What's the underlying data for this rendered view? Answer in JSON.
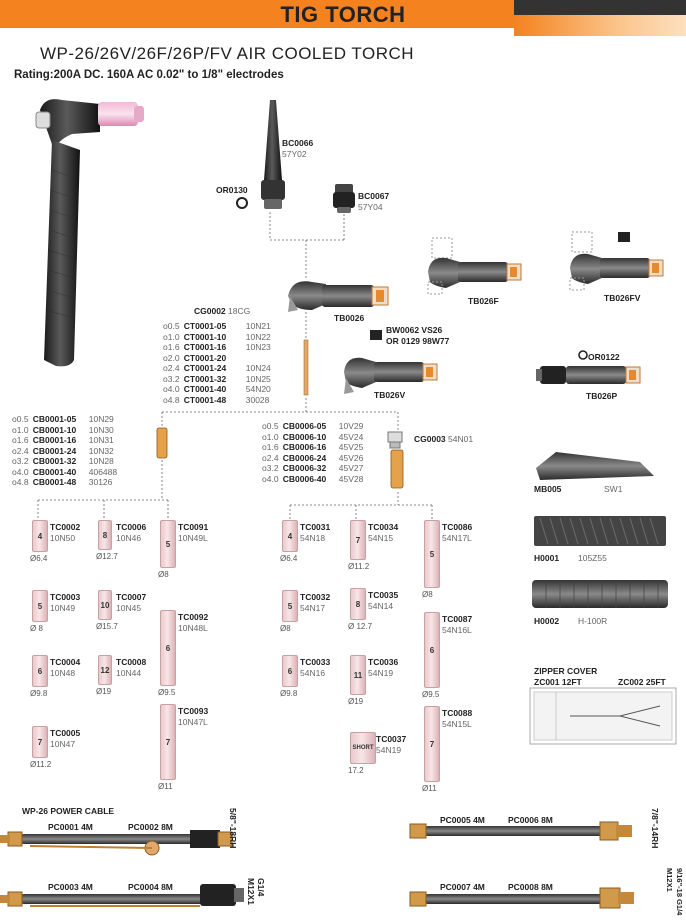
{
  "header": {
    "title": "TIG TORCH"
  },
  "subtitle": "WP-26/26V/26F/26P/FV AIR COOLED TORCH",
  "rating": "Rating:200A DC. 160A AC 0.02\" to 1/8\" electrodes",
  "backcaps": [
    {
      "code": "BC0066",
      "sub": "57Y02"
    },
    {
      "code": "BC0067",
      "sub": "57Y04"
    }
  ],
  "oring_top": "OR0130",
  "heads": {
    "tb026": "TB0026",
    "tb026f": "TB026F",
    "tb026fv": "TB026FV",
    "tb026v": "TB026V",
    "tb026p": "TB026P",
    "bw_line1": "BW0062 VS26",
    "bw_line2": "OR 0129 98W77",
    "or0122": "OR0122"
  },
  "cg0002": {
    "code": "CG0002",
    "sub": "18CG"
  },
  "collets": [
    {
      "size": "0.5",
      "code": "CT0001-05",
      "ref": "10N21"
    },
    {
      "size": "1.0",
      "code": "CT0001-10",
      "ref": "10N22"
    },
    {
      "size": "1.6",
      "code": "CT0001-16",
      "ref": "10N23"
    },
    {
      "size": "2.0",
      "code": "CT0001-20",
      "ref": ""
    },
    {
      "size": "2.4",
      "code": "CT0001-24",
      "ref": "10N24"
    },
    {
      "size": "3.2",
      "code": "CT0001-32",
      "ref": "10N25"
    },
    {
      "size": "4.0",
      "code": "CT0001-40",
      "ref": "54N20"
    },
    {
      "size": "4.8",
      "code": "CT0001-48",
      "ref": "30028"
    }
  ],
  "collet_bodies": [
    {
      "size": "0.5",
      "code": "CB0001-05",
      "ref": "10N29"
    },
    {
      "size": "1.0",
      "code": "CB0001-10",
      "ref": "10N30"
    },
    {
      "size": "1.6",
      "code": "CB0001-16",
      "ref": "10N31"
    },
    {
      "size": "2.4",
      "code": "CB0001-24",
      "ref": "10N32"
    },
    {
      "size": "3.2",
      "code": "CB0001-32",
      "ref": "10N28"
    },
    {
      "size": "4.0",
      "code": "CB0001-40",
      "ref": "406488"
    },
    {
      "size": "4.8",
      "code": "CB0001-48",
      "ref": "30126"
    }
  ],
  "gas_lens": [
    {
      "size": "0.5",
      "code": "CB0006-05",
      "ref": "10V29"
    },
    {
      "size": "1.0",
      "code": "CB0006-10",
      "ref": "45V24"
    },
    {
      "size": "1.6",
      "code": "CB0006-16",
      "ref": "45V25"
    },
    {
      "size": "2.4",
      "code": "CB0006-24",
      "ref": "45V26"
    },
    {
      "size": "3.2",
      "code": "CB0006-32",
      "ref": "45V27"
    },
    {
      "size": "4.0",
      "code": "CB0006-40",
      "ref": "45V28"
    }
  ],
  "cg0003": {
    "code": "CG0003",
    "sub": "54N01"
  },
  "nozzles": [
    {
      "num": "4",
      "code": "TC0002",
      "ref": "10N50",
      "dia": "Ø6.4"
    },
    {
      "num": "8",
      "code": "TC0006",
      "ref": "10N46",
      "dia": "Ø12.7"
    },
    {
      "num": "5",
      "code": "TC0091",
      "ref": "10N49L",
      "dia": "Ø8"
    },
    {
      "num": "5",
      "code": "TC0003",
      "ref": "10N49",
      "dia": "Ø 8"
    },
    {
      "num": "10",
      "code": "TC0007",
      "ref": "10N45",
      "dia": "Ø15.7"
    },
    {
      "num": "6",
      "code": "TC0092",
      "ref": "10N48L",
      "dia": "Ø9.5"
    },
    {
      "num": "6",
      "code": "TC0004",
      "ref": "10N48",
      "dia": "Ø9.8"
    },
    {
      "num": "12",
      "code": "TC0008",
      "ref": "10N44",
      "dia": "Ø19"
    },
    {
      "num": "7",
      "code": "TC0093",
      "ref": "10N47L",
      "dia": "Ø11"
    },
    {
      "num": "7",
      "code": "TC0005",
      "ref": "10N47",
      "dia": "Ø11.2"
    },
    {
      "num": "4",
      "code": "TC0031",
      "ref": "54N18",
      "dia": "Ø6.4"
    },
    {
      "num": "7",
      "code": "TC0034",
      "ref": "54N15",
      "dia": "Ø11.2"
    },
    {
      "num": "5",
      "code": "TC0086",
      "ref": "54N17L",
      "dia": "Ø8"
    },
    {
      "num": "5",
      "code": "TC0032",
      "ref": "54N17",
      "dia": "Ø8"
    },
    {
      "num": "8",
      "code": "TC0035",
      "ref": "54N14",
      "dia": "Ø 12.7"
    },
    {
      "num": "6",
      "code": "TC0087",
      "ref": "54N16L",
      "dia": "Ø9.5"
    },
    {
      "num": "6",
      "code": "TC0033",
      "ref": "54N16",
      "dia": "Ø9.8"
    },
    {
      "num": "11",
      "code": "TC0036",
      "ref": "54N19",
      "dia": "Ø19"
    },
    {
      "num": "7",
      "code": "TC0088",
      "ref": "54N15L",
      "dia": "Ø11"
    },
    {
      "num": "SHORT",
      "code": "TC0037",
      "ref": "54N19",
      "dia": "17.2"
    }
  ],
  "mb005": {
    "code": "MB005",
    "sub": "SW1"
  },
  "h0001": {
    "code": "H0001",
    "sub": "105Z55"
  },
  "h0002": {
    "code": "H0002",
    "sub": "H-100R"
  },
  "zipper": {
    "title": "ZIPPER COVER",
    "left": "ZC001 12FT",
    "right": "ZC002 25FT"
  },
  "power_cable_title": "WP-26 POWER CABLE",
  "cables": [
    {
      "a": "PC0001 4M",
      "b": "PC0002 8M",
      "thread": "5/8\"-18RH"
    },
    {
      "a": "PC0003 4M",
      "b": "PC0004 8M",
      "thread": "G1/4 M12X1"
    },
    {
      "a": "PC0005 4M",
      "b": "PC0006 8M",
      "thread": "7/8\"-14RH"
    },
    {
      "a": "PC0007 4M",
      "b": "PC0008 8M",
      "thread": "9/16\"-18 G1/4 M12X1"
    }
  ]
}
